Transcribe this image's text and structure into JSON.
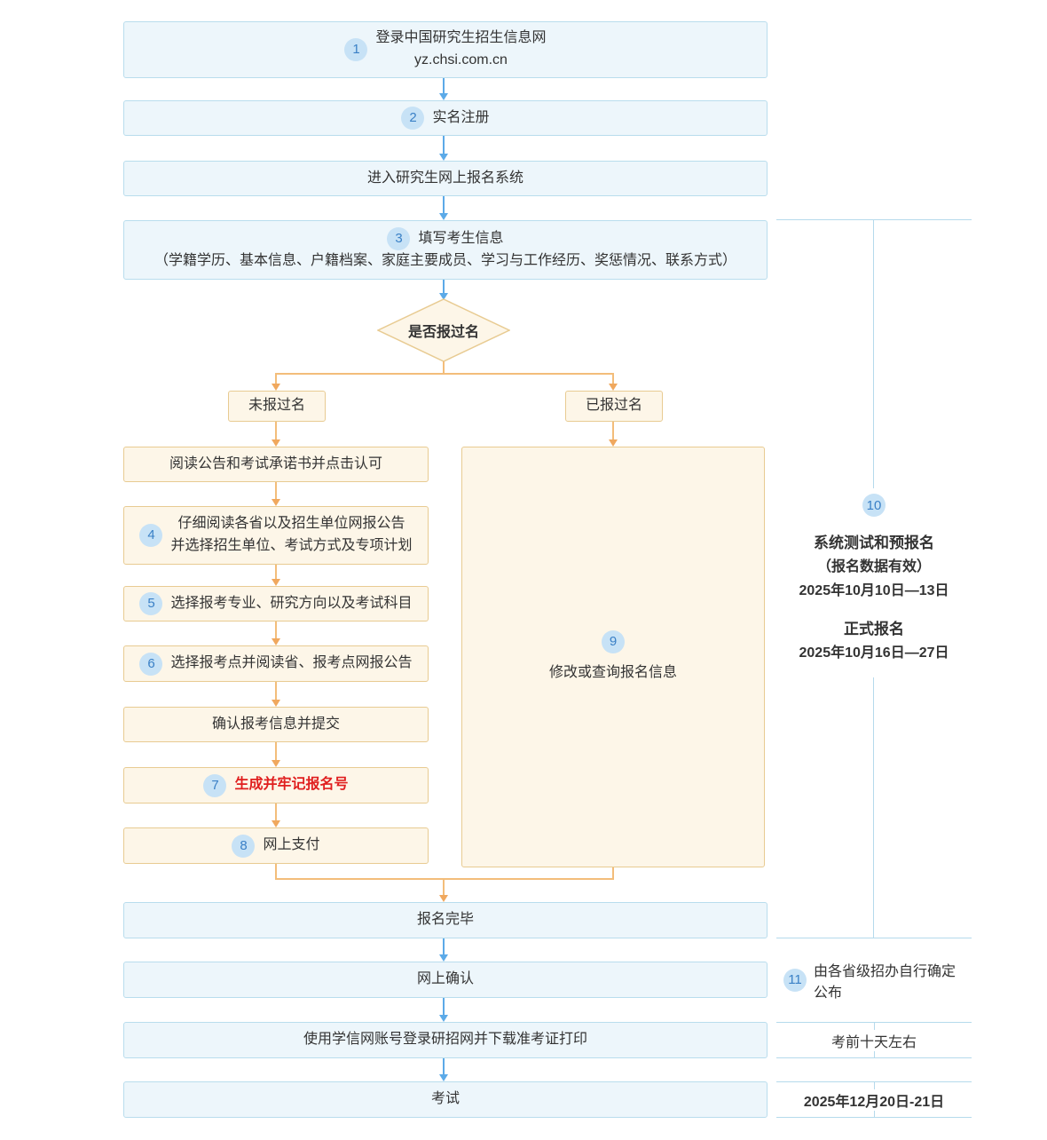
{
  "steps": {
    "s1": {
      "badge": "1",
      "title": "登录中国研究生招生信息网",
      "subtitle": "yz.chsi.com.cn"
    },
    "s2": {
      "badge": "2",
      "label": "实名注册"
    },
    "enter": {
      "label": "进入研究生网上报名系统"
    },
    "s3": {
      "badge": "3",
      "title": "填写考生信息",
      "subtitle": "（学籍学历、基本信息、户籍档案、家庭主要成员、学习与工作经历、奖惩情况、联系方式）"
    },
    "decision": {
      "label": "是否报过名"
    },
    "branch_left": {
      "label": "未报过名"
    },
    "branch_right": {
      "label": "已报过名"
    },
    "read": {
      "label": "阅读公告和考试承诺书并点击认可"
    },
    "s4": {
      "badge": "4",
      "line1": "仔细阅读各省以及招生单位网报公告",
      "line2": "并选择招生单位、考试方式及专项计划"
    },
    "s5": {
      "badge": "5",
      "label": "选择报考专业、研究方向以及考试科目"
    },
    "s6": {
      "badge": "6",
      "label": "选择报考点并阅读省、报考点网报公告"
    },
    "confirm": {
      "label": "确认报考信息并提交"
    },
    "s7": {
      "badge": "7",
      "label": "生成并牢记报名号"
    },
    "s8": {
      "badge": "8",
      "label": "网上支付"
    },
    "s9": {
      "badge": "9",
      "label": "修改或查询报名信息"
    },
    "done": {
      "label": "报名完毕"
    },
    "confirm_online": {
      "label": "网上确认"
    },
    "download": {
      "label": "使用学信网账号登录研招网并下载准考证打印"
    },
    "exam": {
      "label": "考试"
    }
  },
  "notes": {
    "n10": {
      "badge": "10",
      "phase1_title": "系统测试和预报名",
      "phase1_note": "（报名数据有效）",
      "phase1_date": "2025年10月10日—13日",
      "phase2_title": "正式报名",
      "phase2_date": "2025年10月16日—27日"
    },
    "n11": {
      "badge": "11",
      "label": "由各省级招办自行确定公布"
    },
    "n12": {
      "label": "考前十天左右"
    },
    "n13": {
      "label": "2025年12月20日-21日"
    }
  },
  "colors": {
    "blue_fill": "#edf6fb",
    "blue_border": "#b9dded",
    "blue_arrow": "#5caae8",
    "orange_fill": "#fdf6e8",
    "orange_border": "#e8cb92",
    "orange_arrow": "#f0a85e",
    "badge_bg": "#c7e2f6",
    "badge_text": "#3a80c6",
    "red_text": "#e01f1f",
    "note_line": "#b5daec"
  }
}
